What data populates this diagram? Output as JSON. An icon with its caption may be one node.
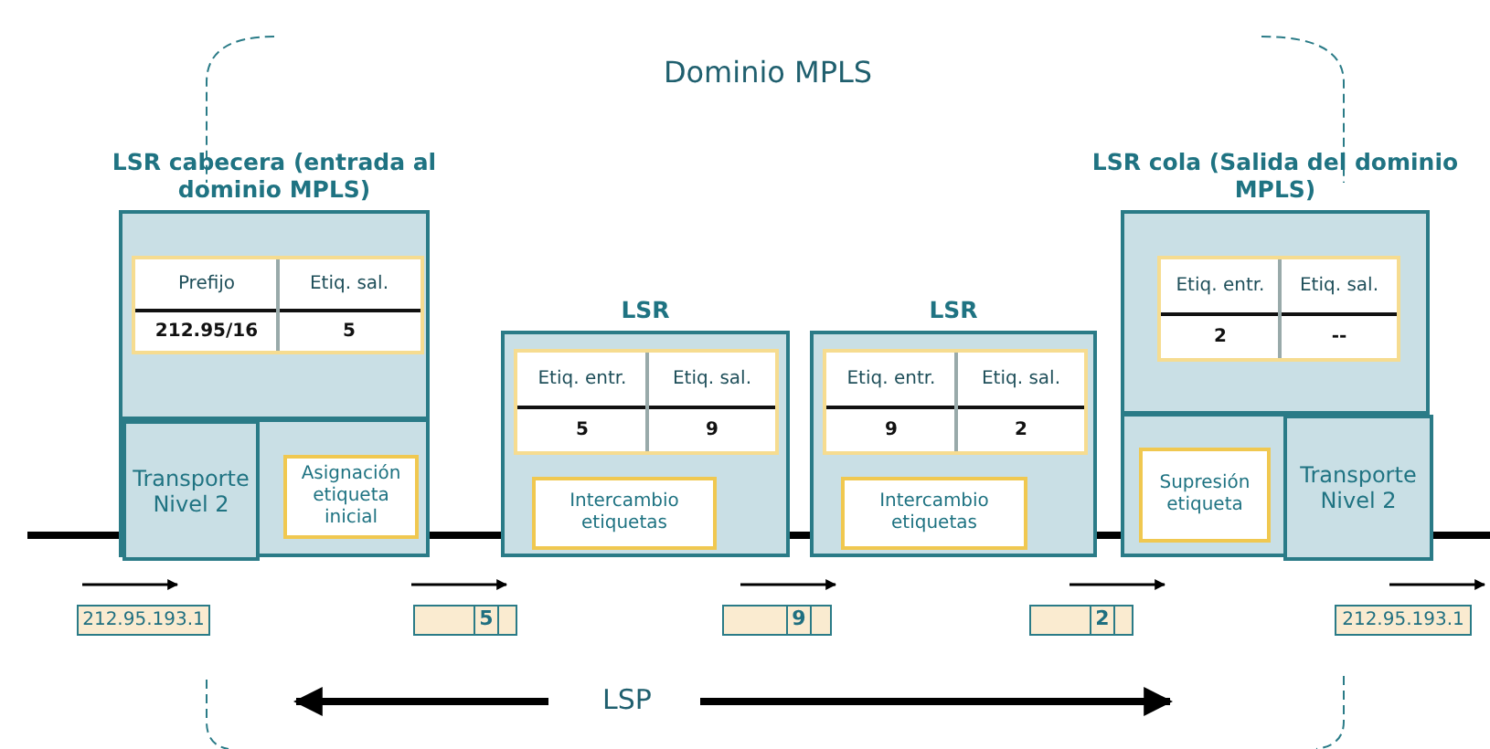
{
  "diagram": {
    "nodes": [
      {
        "text": [
          "LSR cabecera (entrada al dominio MPLS)"
        ]
      },
      {
        "text": [
          "Transporte Nivel 2"
        ],
        "in": 0
      },
      {
        "text": [
          "Asignación etiqueta inicial"
        ],
        "in": 0
      },
      {
        "text": [
          "LSR"
        ]
      },
      {
        "text": [
          "Intercambio etiquetas"
        ],
        "in": 3
      },
      {
        "text": [
          "LSR"
        ]
      },
      {
        "text": [
          "Intercambio etiquetas"
        ],
        "in": 5
      },
      {
        "text": [
          "LSR cola (Salida del dominio MPLS)"
        ]
      },
      {
        "text": [
          "Supresión etiqueta"
        ],
        "in": 7
      },
      {
        "text": [
          "Transporte Nivel 2"
        ],
        "in": 7
      }
    ],
    "edges": [
      {
        "from": null,
        "to": 0,
        "arrow": "none"
      },
      {
        "from": 0,
        "to": 3,
        "arrow": "none"
      },
      {
        "from": 3,
        "to": 5,
        "arrow": "none"
      },
      {
        "from": 5,
        "to": 7,
        "arrow": "none"
      },
      {
        "from": 7,
        "to": null,
        "arrow": "none"
      }
    ],
    "labels": [
      "Dominio MPLS",
      "Prefijo",
      "Etiq. sal.",
      "212.95/16",
      "5",
      "Etiq. entr.",
      "Etiq. sal.",
      "5",
      "9",
      "Etiq. entr.",
      "Etiq. sal.",
      "9",
      "2",
      "Etiq. entr.",
      "Etiq. sal.",
      "2",
      "--",
      "212.95.193.1",
      "5",
      "9",
      "2",
      "212.95.193.1",
      "LSP"
    ]
  }
}
